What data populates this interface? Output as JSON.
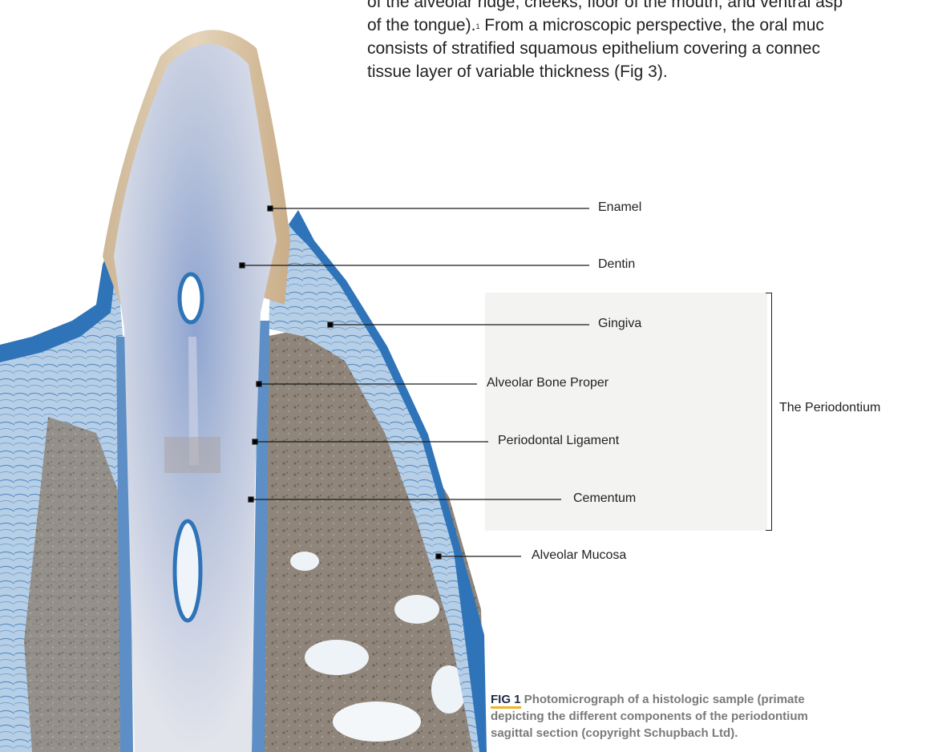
{
  "body_text": {
    "line1": "of the alveolar ridge, cheeks, floor of the mouth, and ventral asp",
    "line2_a": "of the tongue).",
    "line2_ref": "1",
    "line2_b": " From a microscopic perspective, the oral muc",
    "line3": "consists of stratified squamous epithelium covering a connec",
    "line4": "tissue layer of variable thickness (Fig 3)."
  },
  "figure": {
    "labels": {
      "enamel": "Enamel",
      "dentin": "Dentin",
      "gingiva": "Gingiva",
      "alveolar_bone_proper": "Alveolar Bone Proper",
      "periodontal_ligament": "Periodontal Ligament",
      "cementum": "Cementum",
      "alveolar_mucosa": "Alveolar Mucosa"
    },
    "group_label": "The Periodontium",
    "colors": {
      "stain_blue": "#2f74b8",
      "enamel_tan": "#d8c3a6",
      "bone_brown": "#8e8378",
      "box_grey": "#f3f4f2"
    }
  },
  "caption": {
    "tag": "FIG 1",
    "line1": " Photomicrograph of a histologic sample (primate",
    "line2": "depicting the different components of the periodontium",
    "line3": "sagittal section (copyright Schupbach Ltd)."
  }
}
